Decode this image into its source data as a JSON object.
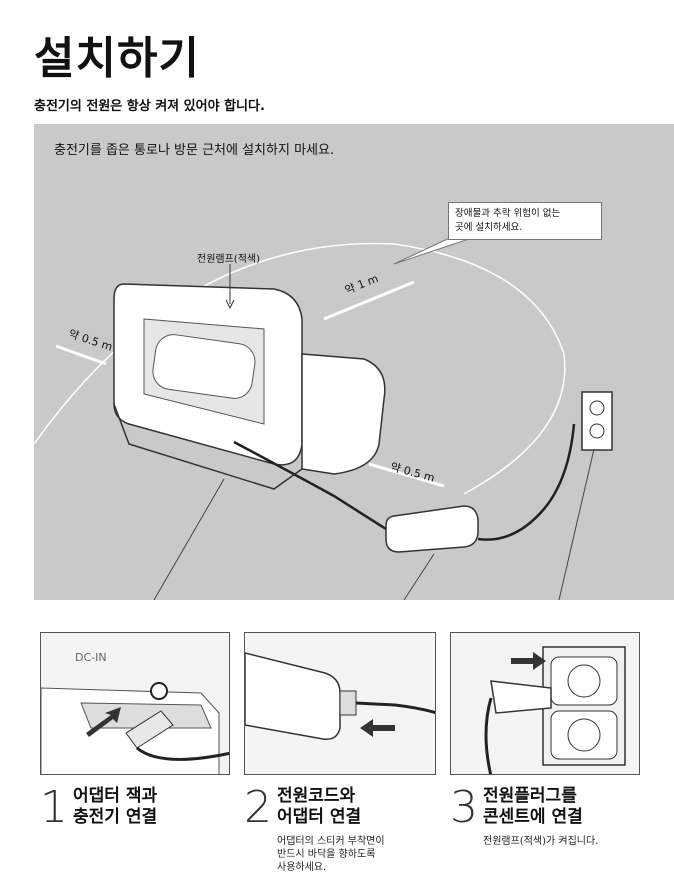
{
  "header": {
    "title": "설치하기",
    "subtitle": "충전기의 전원은 항상 켜져 있어야 합니다."
  },
  "diagram": {
    "caption": "충전기를 좁은 통로나 방문 근처에 설치하지 마세요.",
    "callout_line1": "장애물과 추락 위험이 없는",
    "callout_line2": "곳에 설치하세요.",
    "lamp_label": "전원램프(적색)",
    "dist_left": "약 0.5 m",
    "dist_top": "약 1 m",
    "dist_right": "약 0.5 m"
  },
  "photos": {
    "dcin_label": "DC-IN"
  },
  "steps": [
    {
      "number": "1",
      "line1": "어댑터 잭과",
      "line2": "충전기 연결"
    },
    {
      "number": "2",
      "line1": "전원코드와",
      "line2": "어댑터 연결",
      "note1": "어댑터의 스티커 부착면이",
      "note2": "반드시 바닥을 향하도록",
      "note3": "사용하세요."
    },
    {
      "number": "3",
      "line1": "전원플러그를",
      "line2": "콘센트에 연결",
      "note1": "전원램프(적색)가 켜집니다."
    }
  ]
}
